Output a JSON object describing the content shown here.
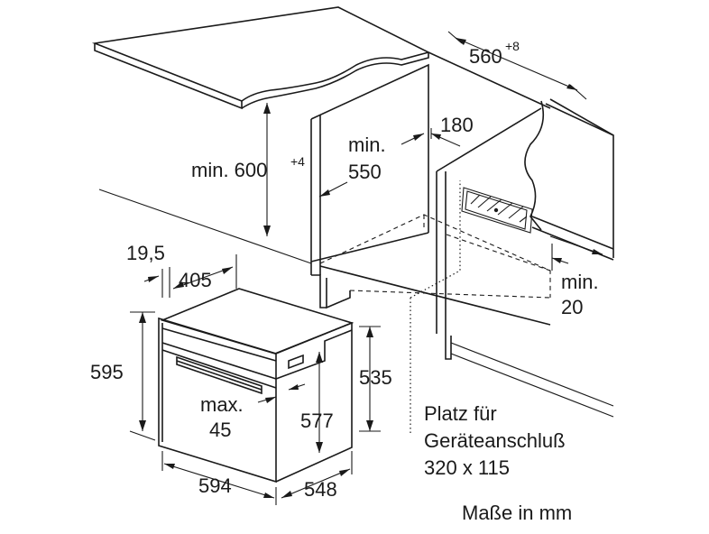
{
  "dimensions": {
    "cabinet_width": "560",
    "cabinet_width_tolerance": "+8",
    "cabinet_height": "min. 600",
    "cabinet_height_tolerance": "+4",
    "cabinet_depth_label": "min.",
    "cabinet_depth_value": "550",
    "vent_gap": "180",
    "rear_gap_label": "min.",
    "rear_gap_value": "20",
    "front_offset": "19,5",
    "panel_depth": "405",
    "oven_height": "595",
    "oven_body_height": "535",
    "max_label": "max.",
    "max_value": "45",
    "inner_height": "577",
    "oven_width": "594",
    "oven_depth": "548"
  },
  "notes": {
    "connection_line1": "Platz für",
    "connection_line2": "Geräteanschluß",
    "connection_line3": "320 x 115",
    "units": "Maße in mm"
  },
  "colors": {
    "ink": "#1a1a1a",
    "background": "#ffffff",
    "cabinet_fill": "#ffffff",
    "countertop_fill": "#ffffff"
  }
}
